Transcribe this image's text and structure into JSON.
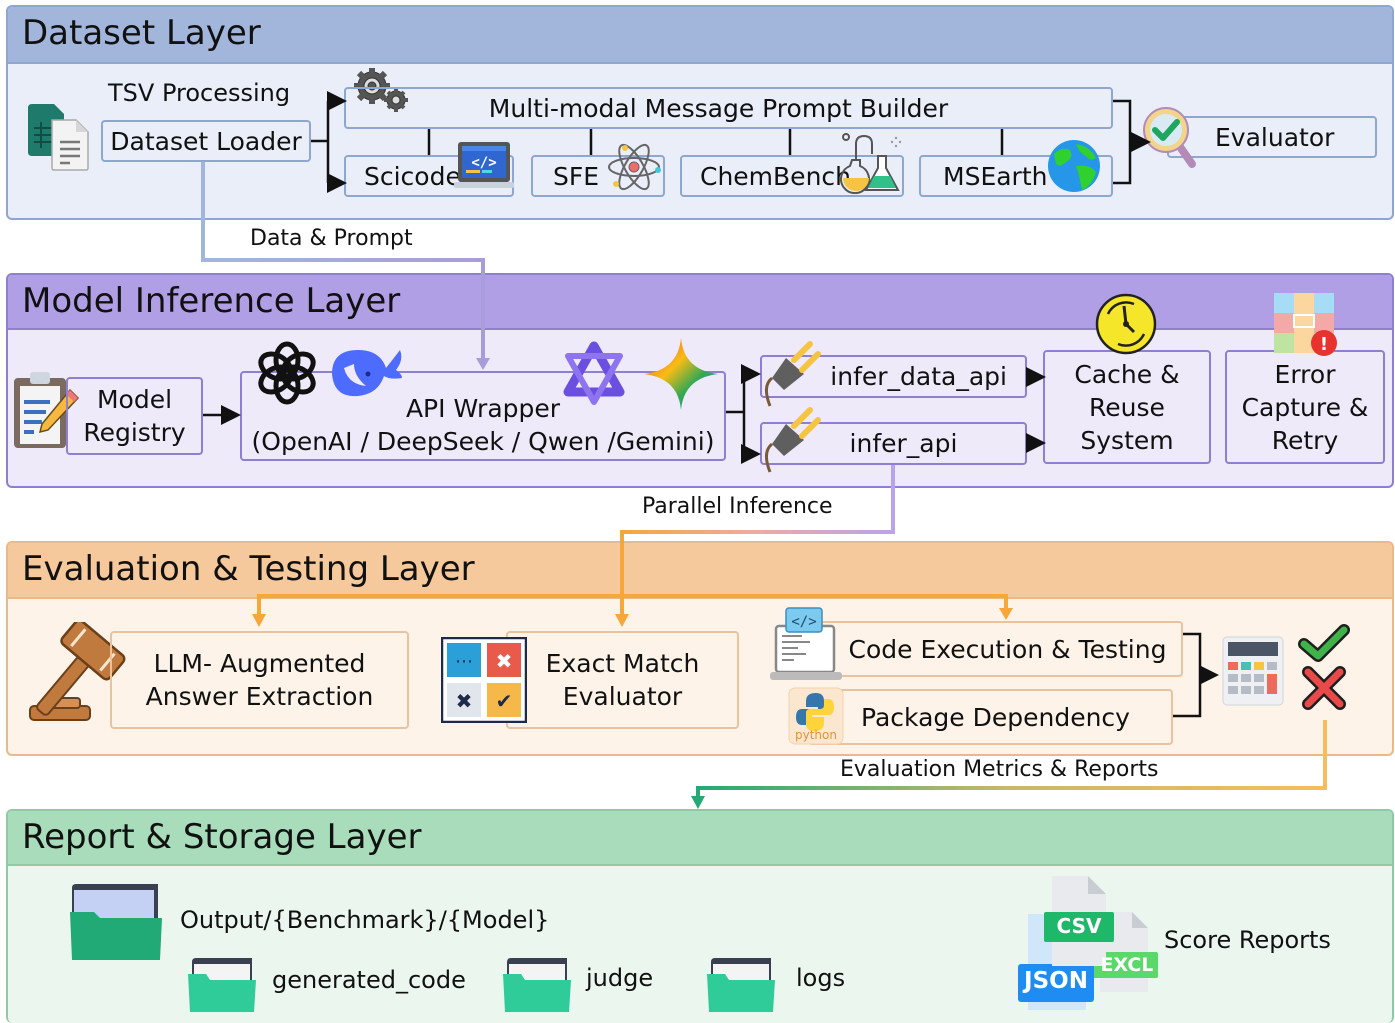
{
  "colors": {
    "dataset": {
      "head": "#a2b6dc",
      "body": "#e9eef8",
      "border": "#8ea6d0"
    },
    "inference": {
      "head": "#b19fe6",
      "body": "#eeeafa",
      "border": "#8f7fd0"
    },
    "evaluation": {
      "head": "#f6c99c",
      "body": "#fdf3e8",
      "border": "#e8b98a"
    },
    "report": {
      "head": "#a9dcba",
      "body": "#ebf6ee",
      "border": "#8fcaa4"
    }
  },
  "dataset_layer": {
    "title": "Dataset Layer",
    "tsv_label": "TSV Processing",
    "loader": "Dataset Loader",
    "prompt_builder": "Multi-modal Message Prompt Builder",
    "benchmarks": [
      "Scicode",
      "SFE",
      "ChemBench",
      "MSEarth"
    ],
    "evaluator": "Evaluator"
  },
  "connectors": {
    "data_prompt": "Data & Prompt",
    "parallel_inference": "Parallel Inference",
    "metrics_reports": "Evaluation Metrics & Reports"
  },
  "inference_layer": {
    "title": "Model Inference Layer",
    "registry": [
      "Model",
      "Registry"
    ],
    "api_wrapper": [
      "API Wrapper",
      "(OpenAI / DeepSeek / Qwen /Gemini)"
    ],
    "infer_data_api": "infer_data_api",
    "infer_api": "infer_api",
    "cache": [
      "Cache &",
      "Reuse",
      "System"
    ],
    "error": [
      "Error",
      "Capture &",
      "Retry"
    ]
  },
  "evaluation_layer": {
    "title": "Evaluation & Testing Layer",
    "llm_extraction": [
      "LLM- Augmented",
      "Answer Extraction"
    ],
    "exact_match": [
      "Exact Match",
      "Evaluator"
    ],
    "code_exec": "Code Execution & Testing",
    "package_dep": "Package Dependency",
    "python_label": "python"
  },
  "report_layer": {
    "title": "Report & Storage Layer",
    "output_path": "Output/{Benchmark}/{Model}",
    "folders": [
      "generated_code",
      "judge",
      "logs"
    ],
    "score_reports": "Score Reports",
    "file_types": [
      "CSV",
      "EXCL",
      "JSON"
    ]
  }
}
